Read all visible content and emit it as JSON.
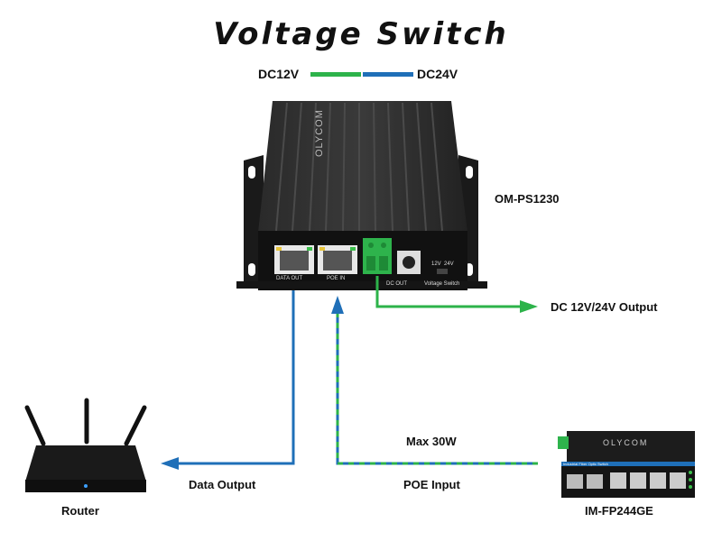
{
  "title": "Voltage Switch",
  "legend": {
    "left_label": "DC12V",
    "right_label": "DC24V",
    "left_color": "#2db34a",
    "right_color": "#1f6fb8"
  },
  "device": {
    "brand": "OLYCOM",
    "model": "OM-PS1230",
    "port_data_out": "DATA OUT",
    "port_poe_in": "POE IN",
    "port_dc_out": "DC OUT",
    "switch_12v": "12V",
    "switch_24v": "24V",
    "switch_label": "Voltage Switch"
  },
  "labels": {
    "dc_output": "DC 12V/24V Output",
    "max_power": "Max 30W",
    "data_output": "Data Output",
    "poe_input": "POE Input",
    "router": "Router",
    "switch_model": "IM-FP244GE"
  },
  "switch_device": {
    "brand": "OLYCOM",
    "caption": "Industrial Fiber Optic Switch"
  },
  "colors": {
    "green": "#2db34a",
    "blue": "#1f6fb8",
    "device_dark": "#1c1c1c"
  }
}
